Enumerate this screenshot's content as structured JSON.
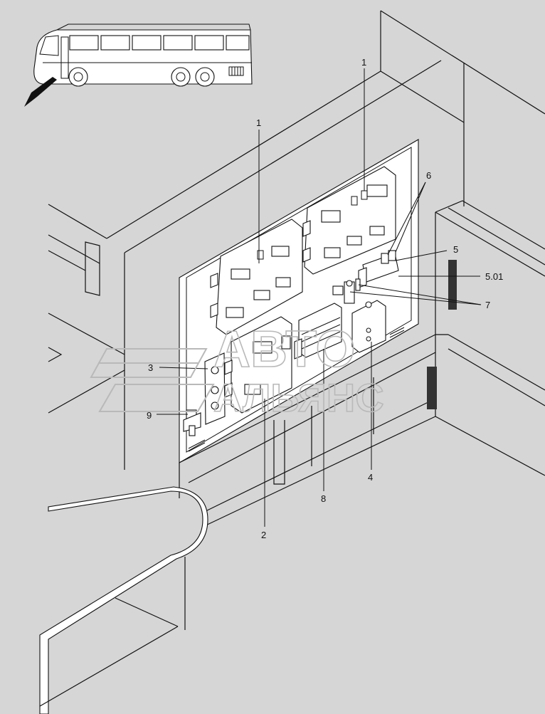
{
  "diagram": {
    "callouts": [
      {
        "id": "c1a",
        "text": "1"
      },
      {
        "id": "c1b",
        "text": "1"
      },
      {
        "id": "c6",
        "text": "6"
      },
      {
        "id": "c5",
        "text": "5"
      },
      {
        "id": "c501",
        "text": "5.01"
      },
      {
        "id": "c7",
        "text": "7"
      },
      {
        "id": "c3",
        "text": "3"
      },
      {
        "id": "c9",
        "text": "9"
      },
      {
        "id": "c4",
        "text": "4"
      },
      {
        "id": "c8",
        "text": "8"
      },
      {
        "id": "c2",
        "text": "2"
      }
    ],
    "watermark": {
      "line1": "АВТО",
      "line2": "АЛЬЯНС"
    }
  },
  "colors": {
    "background": "#d6d6d6",
    "line": "#111111",
    "panel": "#ffffff",
    "watermark": "#b9b9b9"
  }
}
